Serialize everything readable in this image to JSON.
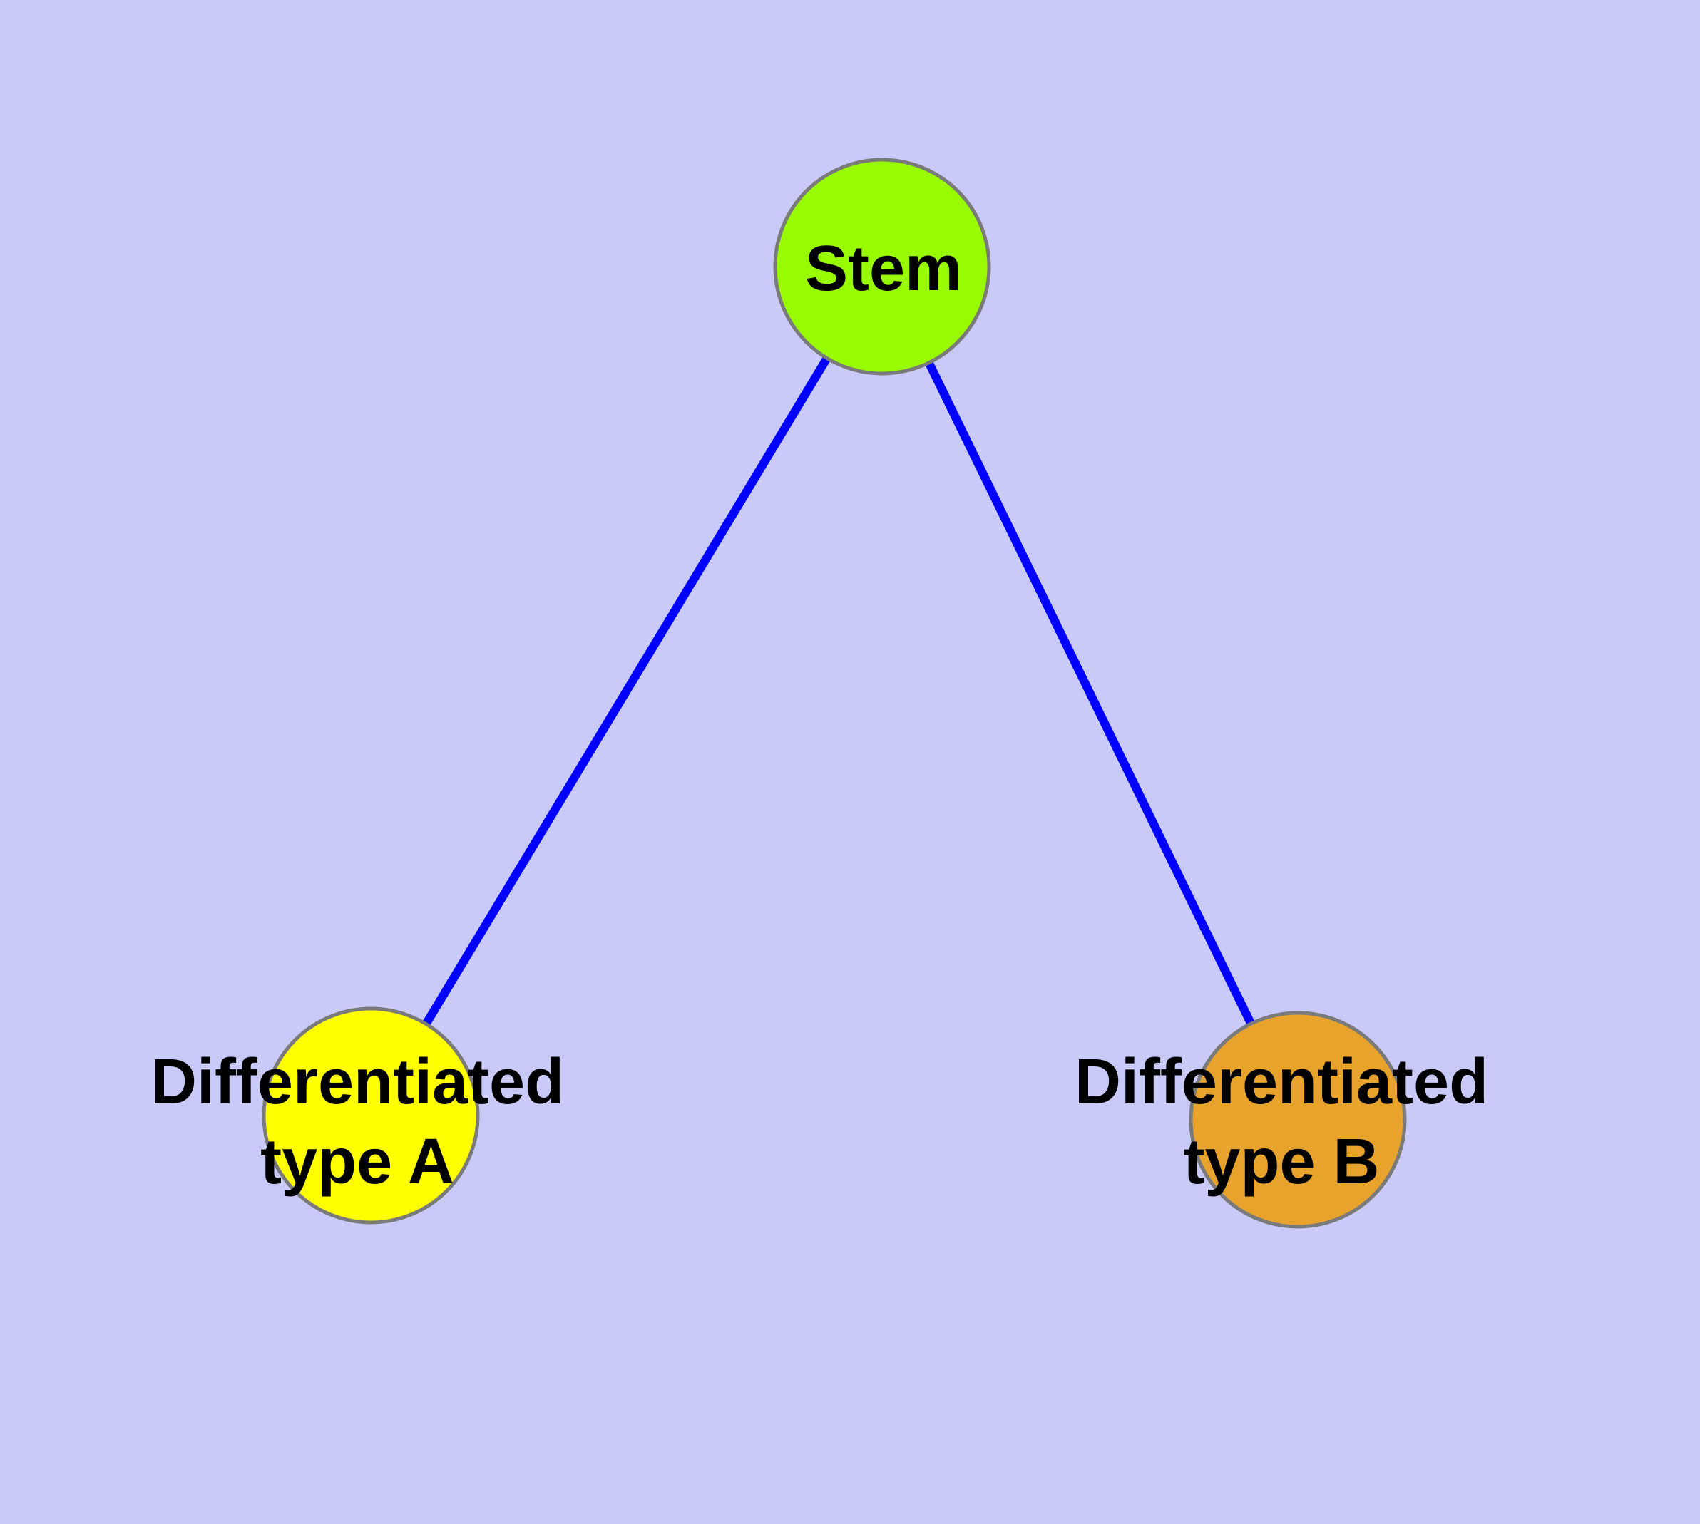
{
  "diagram": {
    "background_color": "#CACAF9",
    "edge_color": "#0000FF",
    "node_border_color": "#7A7A7A",
    "label_color": "#000000",
    "nodes": [
      {
        "id": "stem",
        "label": "Stem",
        "fill_color": "#99FB01"
      },
      {
        "id": "differentiated-type-a",
        "label": "Differentiated\ntype A",
        "fill_color": "#FFFF00"
      },
      {
        "id": "differentiated-type-b",
        "label": "Differentiated\ntype B",
        "fill_color": "#E8A32C"
      }
    ],
    "edges": [
      {
        "from": "Stem",
        "to": "Differentiated type A"
      },
      {
        "from": "Stem",
        "to": "Differentiated type B"
      }
    ]
  }
}
